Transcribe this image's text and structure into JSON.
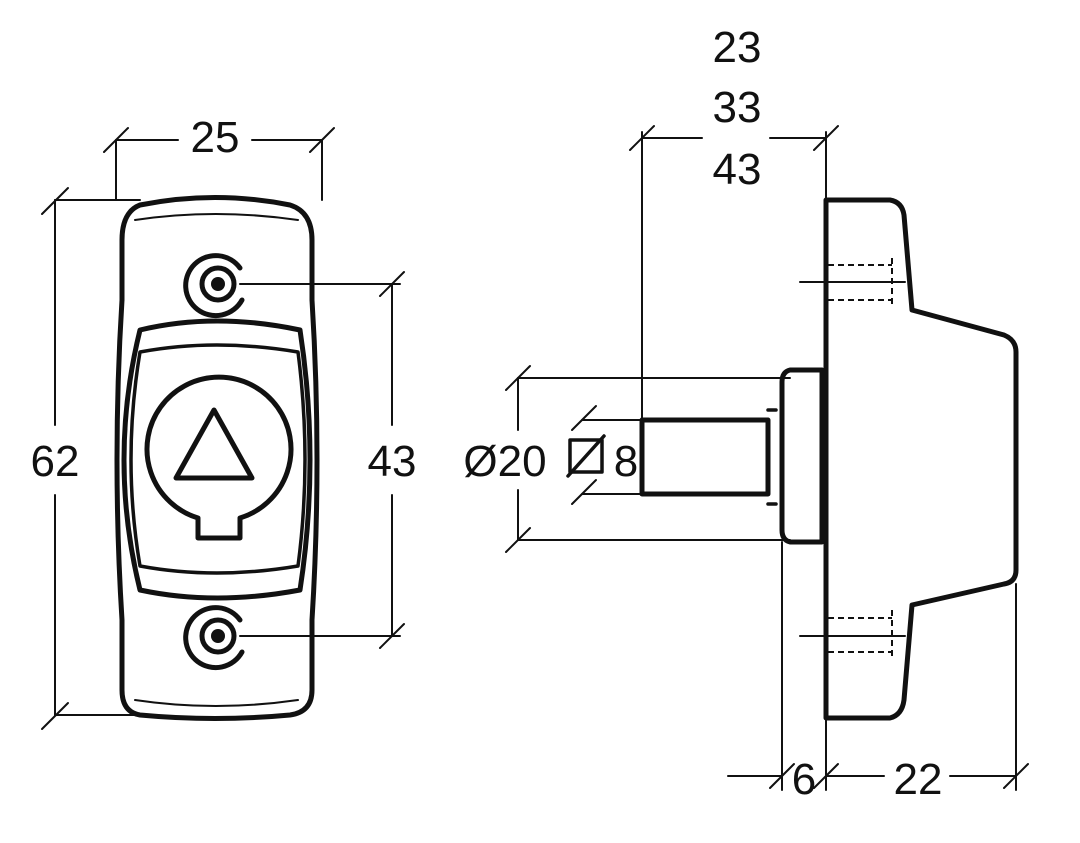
{
  "front_view": {
    "width_label": "25",
    "height_label": "62",
    "screw_spacing_label": "43"
  },
  "side_view": {
    "length_options": [
      "23",
      "33",
      "43"
    ],
    "diameter_label": "Ø20",
    "square_label": "8",
    "plate_thickness_label": "6",
    "body_depth_label": "22"
  }
}
